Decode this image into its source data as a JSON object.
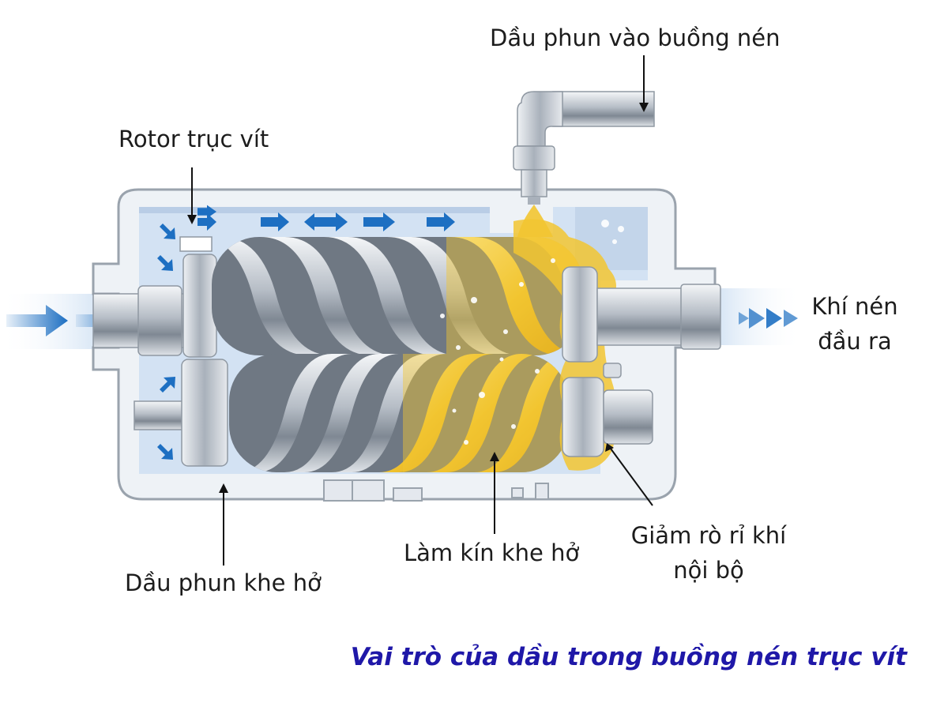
{
  "labels": {
    "oil_injection_chamber": "Dầu phun vào buồng nén",
    "rotor": "Rotor trục vít",
    "outlet_line1": "Khí nén",
    "outlet_line2": "đầu ra",
    "gap_oil": "Dầu phun khe hở",
    "seal_gap": "Làm kín khe hở",
    "leak_line1": "Giảm rò rỉ khí",
    "leak_line2": "nội bộ"
  },
  "caption": "Vai trò của dầu trong buồng nén trục vít",
  "colors": {
    "oil": "#f2c531",
    "air_flow": "#1d6fc2",
    "coolant": "#cfe0f3",
    "caption": "#1f18a8"
  }
}
